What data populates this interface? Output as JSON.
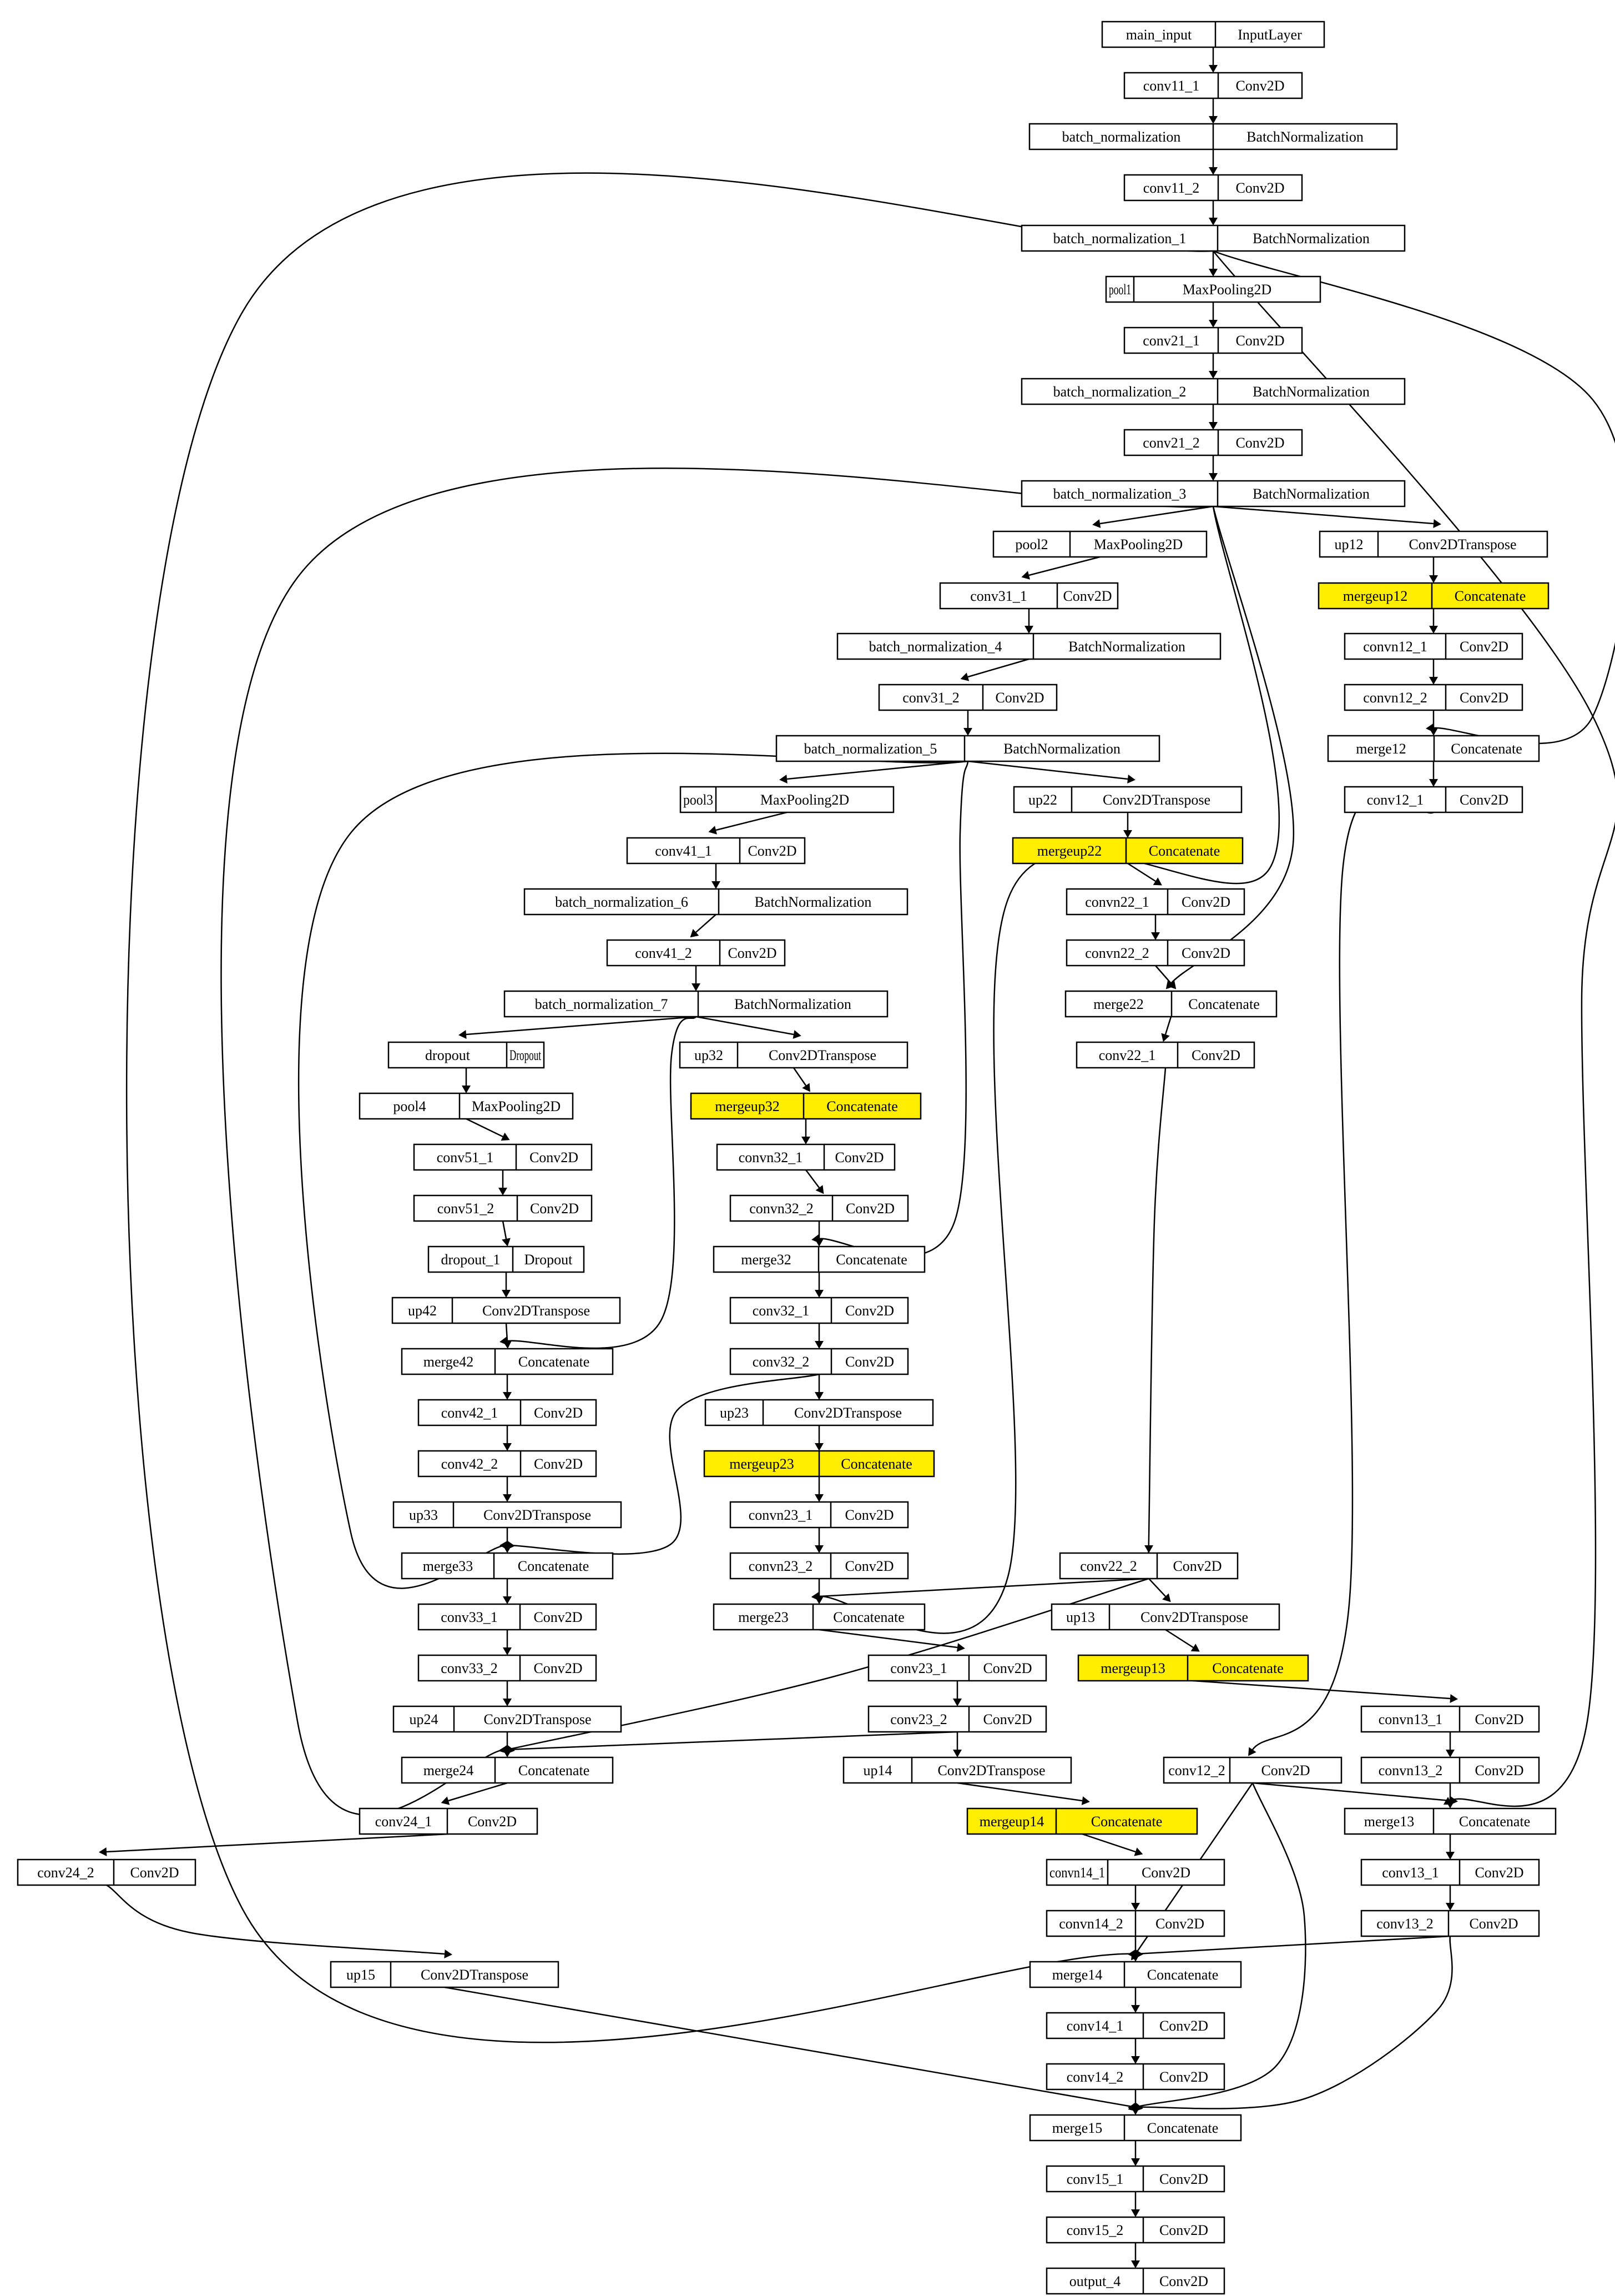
{
  "colors": {
    "highlight": "#ffee00",
    "box": "#ffffff",
    "stroke": "#000000"
  },
  "nodes": [
    {
      "id": "main_input",
      "name": "main_input",
      "type": "InputLayer"
    },
    {
      "id": "conv11_1",
      "name": "conv11_1",
      "type": "Conv2D"
    },
    {
      "id": "bn0",
      "name": "batch_normalization",
      "type": "BatchNormalization"
    },
    {
      "id": "conv11_2",
      "name": "conv11_2",
      "type": "Conv2D"
    },
    {
      "id": "bn1",
      "name": "batch_normalization_1",
      "type": "BatchNormalization"
    },
    {
      "id": "pool1",
      "name": "pool1",
      "type": "MaxPooling2D"
    },
    {
      "id": "conv21_1",
      "name": "conv21_1",
      "type": "Conv2D"
    },
    {
      "id": "bn2",
      "name": "batch_normalization_2",
      "type": "BatchNormalization"
    },
    {
      "id": "conv21_2",
      "name": "conv21_2",
      "type": "Conv2D"
    },
    {
      "id": "bn3",
      "name": "batch_normalization_3",
      "type": "BatchNormalization"
    },
    {
      "id": "pool2",
      "name": "pool2",
      "type": "MaxPooling2D"
    },
    {
      "id": "up12",
      "name": "up12",
      "type": "Conv2DTranspose"
    },
    {
      "id": "mergeup12",
      "name": "mergeup12",
      "type": "Concatenate",
      "highlight": true
    },
    {
      "id": "conv31_1",
      "name": "conv31_1",
      "type": "Conv2D"
    },
    {
      "id": "convn12_1",
      "name": "convn12_1",
      "type": "Conv2D"
    },
    {
      "id": "bn4",
      "name": "batch_normalization_4",
      "type": "BatchNormalization"
    },
    {
      "id": "conv31_2",
      "name": "conv31_2",
      "type": "Conv2D"
    },
    {
      "id": "convn12_2",
      "name": "convn12_2",
      "type": "Conv2D"
    },
    {
      "id": "bn5",
      "name": "batch_normalization_5",
      "type": "BatchNormalization"
    },
    {
      "id": "merge12",
      "name": "merge12",
      "type": "Concatenate"
    },
    {
      "id": "pool3",
      "name": "pool3",
      "type": "MaxPooling2D"
    },
    {
      "id": "up22",
      "name": "up22",
      "type": "Conv2DTranspose"
    },
    {
      "id": "conv12_1",
      "name": "conv12_1",
      "type": "Conv2D"
    },
    {
      "id": "mergeup22",
      "name": "mergeup22",
      "type": "Concatenate",
      "highlight": true
    },
    {
      "id": "conv41_1",
      "name": "conv41_1",
      "type": "Conv2D"
    },
    {
      "id": "bn6",
      "name": "batch_normalization_6",
      "type": "BatchNormalization"
    },
    {
      "id": "convn22_1",
      "name": "convn22_1",
      "type": "Conv2D"
    },
    {
      "id": "conv41_2",
      "name": "conv41_2",
      "type": "Conv2D"
    },
    {
      "id": "convn22_2",
      "name": "convn22_2",
      "type": "Conv2D"
    },
    {
      "id": "bn7",
      "name": "batch_normalization_7",
      "type": "BatchNormalization"
    },
    {
      "id": "merge22",
      "name": "merge22",
      "type": "Concatenate"
    },
    {
      "id": "dropout",
      "name": "dropout",
      "type": "Dropout"
    },
    {
      "id": "up32",
      "name": "up32",
      "type": "Conv2DTranspose"
    },
    {
      "id": "conv22_1",
      "name": "conv22_1",
      "type": "Conv2D"
    },
    {
      "id": "pool4",
      "name": "pool4",
      "type": "MaxPooling2D"
    },
    {
      "id": "mergeup32",
      "name": "mergeup32",
      "type": "Concatenate",
      "highlight": true
    },
    {
      "id": "conv51_1",
      "name": "conv51_1",
      "type": "Conv2D"
    },
    {
      "id": "convn32_1",
      "name": "convn32_1",
      "type": "Conv2D"
    },
    {
      "id": "conv51_2",
      "name": "conv51_2",
      "type": "Conv2D"
    },
    {
      "id": "convn32_2",
      "name": "convn32_2",
      "type": "Conv2D"
    },
    {
      "id": "dropout_1",
      "name": "dropout_1",
      "type": "Dropout"
    },
    {
      "id": "merge32",
      "name": "merge32",
      "type": "Concatenate"
    },
    {
      "id": "up42",
      "name": "up42",
      "type": "Conv2DTranspose"
    },
    {
      "id": "conv32_1",
      "name": "conv32_1",
      "type": "Conv2D"
    },
    {
      "id": "merge42",
      "name": "merge42",
      "type": "Concatenate"
    },
    {
      "id": "conv32_2",
      "name": "conv32_2",
      "type": "Conv2D"
    },
    {
      "id": "conv42_1",
      "name": "conv42_1",
      "type": "Conv2D"
    },
    {
      "id": "up23",
      "name": "up23",
      "type": "Conv2DTranspose"
    },
    {
      "id": "conv42_2",
      "name": "conv42_2",
      "type": "Conv2D"
    },
    {
      "id": "mergeup23",
      "name": "mergeup23",
      "type": "Concatenate",
      "highlight": true
    },
    {
      "id": "up33",
      "name": "up33",
      "type": "Conv2DTranspose"
    },
    {
      "id": "convn23_1",
      "name": "convn23_1",
      "type": "Conv2D"
    },
    {
      "id": "merge33",
      "name": "merge33",
      "type": "Concatenate"
    },
    {
      "id": "convn23_2",
      "name": "convn23_2",
      "type": "Conv2D"
    },
    {
      "id": "conv22_2",
      "name": "conv22_2",
      "type": "Conv2D"
    },
    {
      "id": "conv33_1",
      "name": "conv33_1",
      "type": "Conv2D"
    },
    {
      "id": "merge23",
      "name": "merge23",
      "type": "Concatenate"
    },
    {
      "id": "up13",
      "name": "up13",
      "type": "Conv2DTranspose"
    },
    {
      "id": "conv33_2",
      "name": "conv33_2",
      "type": "Conv2D"
    },
    {
      "id": "conv23_1",
      "name": "conv23_1",
      "type": "Conv2D"
    },
    {
      "id": "mergeup13",
      "name": "mergeup13",
      "type": "Concatenate",
      "highlight": true
    },
    {
      "id": "up24",
      "name": "up24",
      "type": "Conv2DTranspose"
    },
    {
      "id": "conv23_2",
      "name": "conv23_2",
      "type": "Conv2D"
    },
    {
      "id": "convn13_1",
      "name": "convn13_1",
      "type": "Conv2D"
    },
    {
      "id": "merge24",
      "name": "merge24",
      "type": "Concatenate"
    },
    {
      "id": "up14",
      "name": "up14",
      "type": "Conv2DTranspose"
    },
    {
      "id": "conv12_2",
      "name": "conv12_2",
      "type": "Conv2D"
    },
    {
      "id": "convn13_2",
      "name": "convn13_2",
      "type": "Conv2D"
    },
    {
      "id": "conv24_1",
      "name": "conv24_1",
      "type": "Conv2D"
    },
    {
      "id": "mergeup14",
      "name": "mergeup14",
      "type": "Concatenate",
      "highlight": true
    },
    {
      "id": "merge13",
      "name": "merge13",
      "type": "Concatenate"
    },
    {
      "id": "conv24_2",
      "name": "conv24_2",
      "type": "Conv2D"
    },
    {
      "id": "convn14_1",
      "name": "convn14_1",
      "type": "Conv2D"
    },
    {
      "id": "conv13_1",
      "name": "conv13_1",
      "type": "Conv2D"
    },
    {
      "id": "convn14_2",
      "name": "convn14_2",
      "type": "Conv2D"
    },
    {
      "id": "conv13_2",
      "name": "conv13_2",
      "type": "Conv2D"
    },
    {
      "id": "up15",
      "name": "up15",
      "type": "Conv2DTranspose"
    },
    {
      "id": "merge14",
      "name": "merge14",
      "type": "Concatenate"
    },
    {
      "id": "conv14_1",
      "name": "conv14_1",
      "type": "Conv2D"
    },
    {
      "id": "conv14_2",
      "name": "conv14_2",
      "type": "Conv2D"
    },
    {
      "id": "merge15",
      "name": "merge15",
      "type": "Concatenate"
    },
    {
      "id": "conv15_1",
      "name": "conv15_1",
      "type": "Conv2D"
    },
    {
      "id": "conv15_2",
      "name": "conv15_2",
      "type": "Conv2D"
    },
    {
      "id": "output_4",
      "name": "output_4",
      "type": "Conv2D"
    }
  ],
  "edges": [
    [
      "main_input",
      "conv11_1"
    ],
    [
      "conv11_1",
      "bn0"
    ],
    [
      "bn0",
      "conv11_2"
    ],
    [
      "conv11_2",
      "bn1"
    ],
    [
      "bn1",
      "pool1"
    ],
    [
      "pool1",
      "conv21_1"
    ],
    [
      "conv21_1",
      "bn2"
    ],
    [
      "bn2",
      "conv21_2"
    ],
    [
      "conv21_2",
      "bn3"
    ],
    [
      "bn3",
      "pool2"
    ],
    [
      "bn3",
      "up12"
    ],
    [
      "up12",
      "mergeup12"
    ],
    [
      "mergeup12",
      "convn12_1"
    ],
    [
      "convn12_1",
      "convn12_2"
    ],
    [
      "convn12_2",
      "merge12"
    ],
    [
      "bn1",
      "merge12"
    ],
    [
      "merge12",
      "conv12_1"
    ],
    [
      "pool2",
      "conv31_1"
    ],
    [
      "conv31_1",
      "bn4"
    ],
    [
      "bn4",
      "conv31_2"
    ],
    [
      "conv31_2",
      "bn5"
    ],
    [
      "bn5",
      "pool3"
    ],
    [
      "bn5",
      "up22"
    ],
    [
      "up22",
      "mergeup22"
    ],
    [
      "mergeup22",
      "convn22_1"
    ],
    [
      "convn22_1",
      "convn22_2"
    ],
    [
      "convn22_2",
      "merge22"
    ],
    [
      "bn3",
      "merge22"
    ],
    [
      "merge22",
      "conv22_1"
    ],
    [
      "pool3",
      "conv41_1"
    ],
    [
      "conv41_1",
      "bn6"
    ],
    [
      "bn6",
      "conv41_2"
    ],
    [
      "conv41_2",
      "bn7"
    ],
    [
      "bn7",
      "dropout"
    ],
    [
      "bn7",
      "up32"
    ],
    [
      "up32",
      "mergeup32"
    ],
    [
      "mergeup32",
      "convn32_1"
    ],
    [
      "convn32_1",
      "convn32_2"
    ],
    [
      "convn32_2",
      "merge32"
    ],
    [
      "bn5",
      "merge32"
    ],
    [
      "merge32",
      "conv32_1"
    ],
    [
      "conv32_1",
      "conv32_2"
    ],
    [
      "dropout",
      "pool4"
    ],
    [
      "pool4",
      "conv51_1"
    ],
    [
      "conv51_1",
      "conv51_2"
    ],
    [
      "conv51_2",
      "dropout_1"
    ],
    [
      "dropout_1",
      "up42"
    ],
    [
      "up42",
      "merge42"
    ],
    [
      "bn7",
      "merge42"
    ],
    [
      "merge42",
      "conv42_1"
    ],
    [
      "conv42_1",
      "conv42_2"
    ],
    [
      "conv42_2",
      "up33"
    ],
    [
      "up33",
      "merge33"
    ],
    [
      "bn5",
      "merge33"
    ],
    [
      "conv32_2",
      "merge33"
    ],
    [
      "merge33",
      "conv33_1"
    ],
    [
      "conv33_1",
      "conv33_2"
    ],
    [
      "conv33_2",
      "up24"
    ],
    [
      "up24",
      "merge24"
    ],
    [
      "bn3",
      "merge24"
    ],
    [
      "conv22_2",
      "merge24"
    ],
    [
      "conv23_2",
      "merge24"
    ],
    [
      "merge24",
      "conv24_1"
    ],
    [
      "conv24_1",
      "conv24_2"
    ],
    [
      "conv24_2",
      "up15"
    ],
    [
      "conv32_2",
      "up23"
    ],
    [
      "up23",
      "mergeup23"
    ],
    [
      "mergeup23",
      "convn23_1"
    ],
    [
      "convn23_1",
      "convn23_2"
    ],
    [
      "convn23_2",
      "merge23"
    ],
    [
      "bn3",
      "merge23"
    ],
    [
      "conv22_2",
      "merge23"
    ],
    [
      "merge23",
      "conv23_1"
    ],
    [
      "conv23_1",
      "conv23_2"
    ],
    [
      "conv22_1",
      "conv22_2"
    ],
    [
      "conv22_2",
      "up13"
    ],
    [
      "up13",
      "mergeup13"
    ],
    [
      "mergeup13",
      "convn13_1"
    ],
    [
      "convn13_1",
      "convn13_2"
    ],
    [
      "conv12_1",
      "conv12_2"
    ],
    [
      "conv23_2",
      "up14"
    ],
    [
      "up14",
      "mergeup14"
    ],
    [
      "mergeup14",
      "convn14_1"
    ],
    [
      "convn14_1",
      "convn14_2"
    ],
    [
      "convn13_2",
      "merge13"
    ],
    [
      "conv12_2",
      "merge13"
    ],
    [
      "bn1",
      "merge13"
    ],
    [
      "merge13",
      "conv13_1"
    ],
    [
      "conv13_1",
      "conv13_2"
    ],
    [
      "convn14_2",
      "merge14"
    ],
    [
      "conv12_2",
      "merge14"
    ],
    [
      "conv13_2",
      "merge14"
    ],
    [
      "bn1",
      "merge14"
    ],
    [
      "merge14",
      "conv14_1"
    ],
    [
      "conv14_1",
      "conv14_2"
    ],
    [
      "conv14_2",
      "merge15"
    ],
    [
      "up15",
      "merge15"
    ],
    [
      "conv13_2",
      "merge15"
    ],
    [
      "conv12_2",
      "merge15"
    ],
    [
      "merge15",
      "conv15_1"
    ],
    [
      "conv15_1",
      "conv15_2"
    ],
    [
      "conv15_2",
      "output_4"
    ]
  ]
}
